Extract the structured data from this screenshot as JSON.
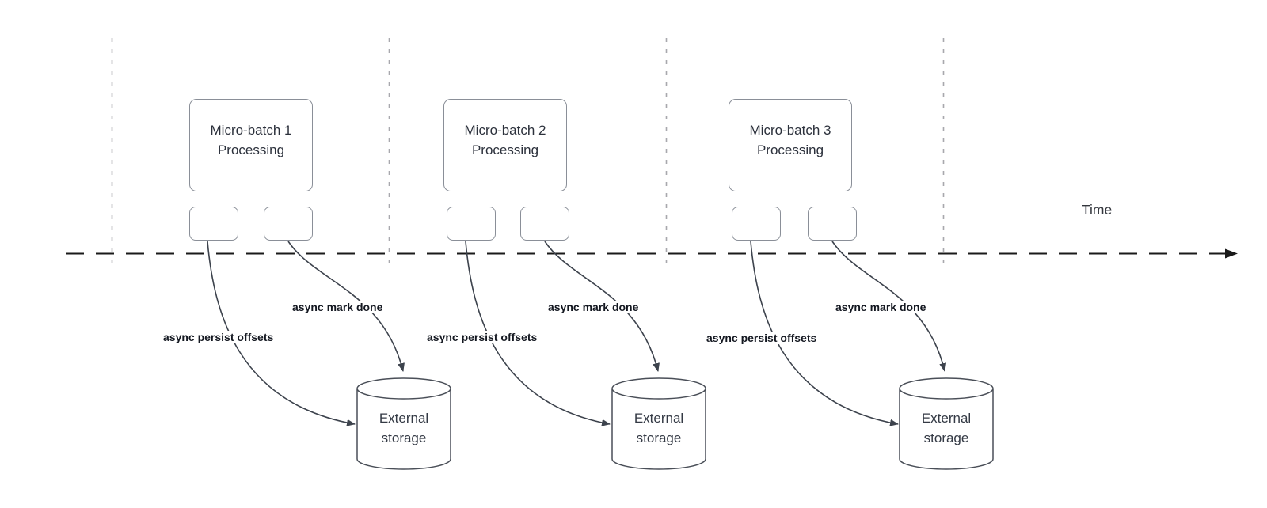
{
  "time_axis": {
    "label": "Time"
  },
  "batches": [
    {
      "title": "Micro-batch 1\nProcessing",
      "persist_arrow_label": "async persist offsets",
      "done_arrow_label": "async mark done",
      "storage_label": "External\nstorage"
    },
    {
      "title": "Micro-batch 2\nProcessing",
      "persist_arrow_label": "async persist offsets",
      "done_arrow_label": "async mark done",
      "storage_label": "External\nstorage"
    },
    {
      "title": "Micro-batch 3\nProcessing",
      "persist_arrow_label": "async persist offsets",
      "done_arrow_label": "async mark done",
      "storage_label": "External\nstorage"
    }
  ],
  "colors": {
    "box_border": "#8a8f98",
    "box_text": "#2c313c",
    "arrow_stroke": "#3d434d",
    "time_axis_stroke": "#1a1a1a",
    "boundary_line": "#a8a8ad",
    "label_text": "#141821",
    "background": "#ffffff"
  }
}
